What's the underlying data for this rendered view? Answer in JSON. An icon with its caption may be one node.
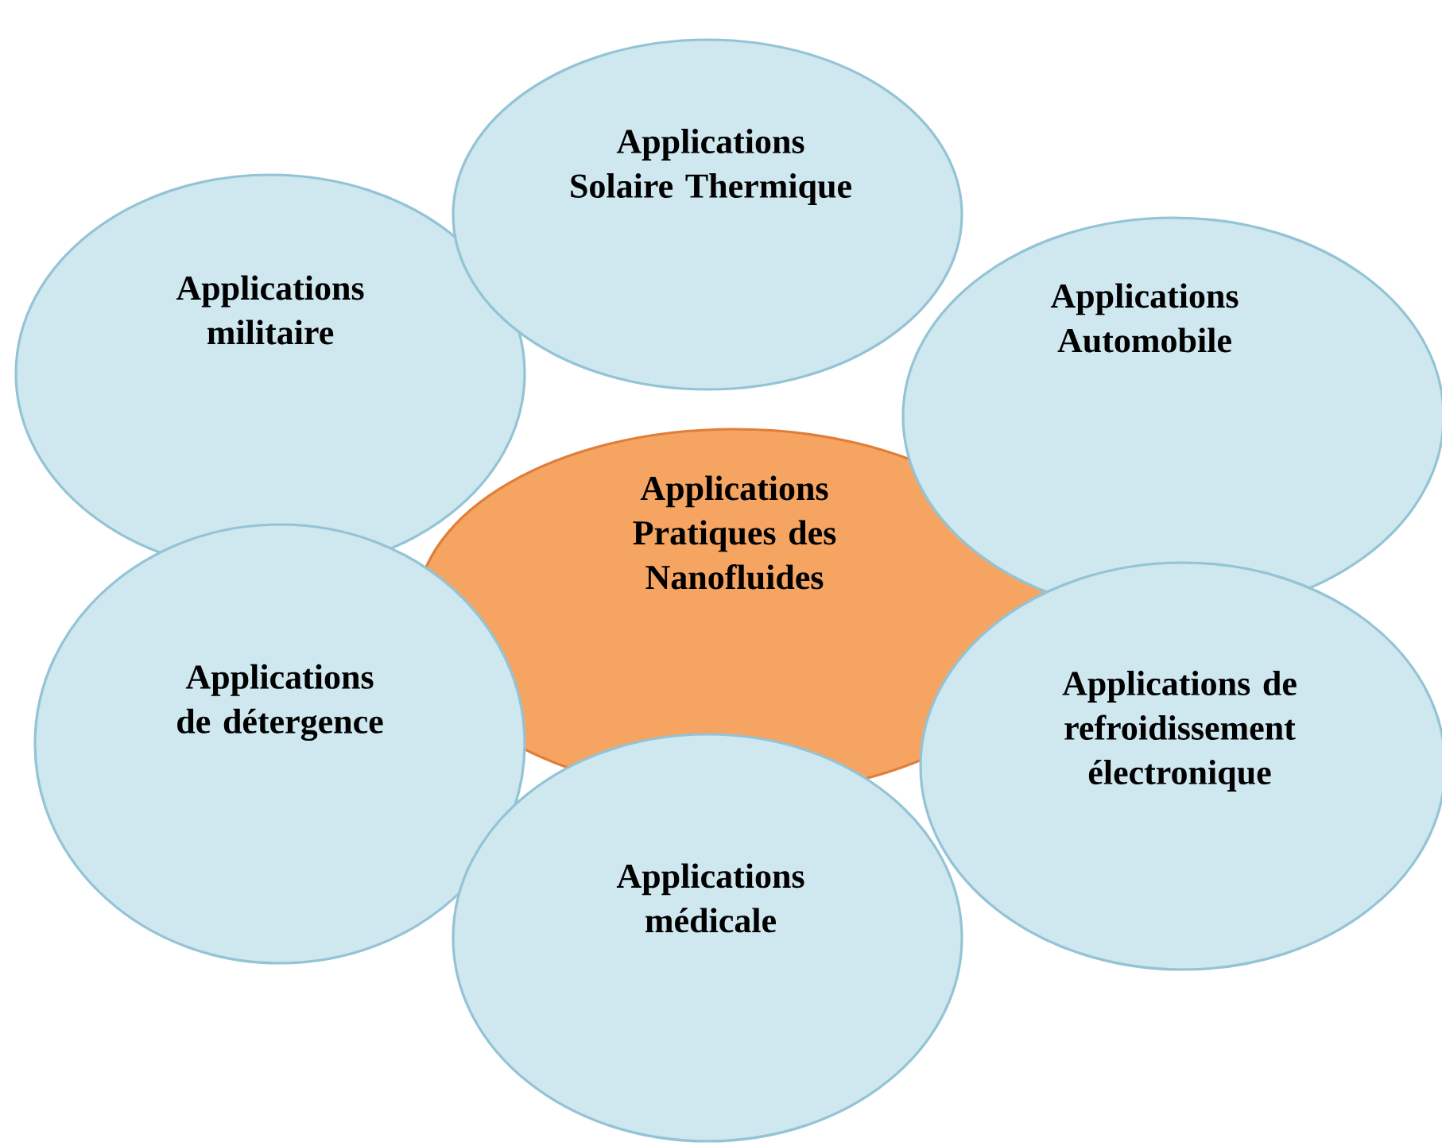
{
  "diagram": {
    "nodes": [
      {
        "text": [
          "Applications Solaire Thermique"
        ]
      },
      {
        "text": [
          "Applications militaire"
        ]
      },
      {
        "text": [
          "Applications Automobile"
        ]
      },
      {
        "text": [
          "Applications Pratiques des Nanofluides"
        ]
      },
      {
        "text": [
          "Applications de détergence"
        ]
      },
      {
        "text": [
          "Applications de refroidissement électronique"
        ]
      },
      {
        "text": [
          "Applications médicale"
        ]
      }
    ]
  }
}
